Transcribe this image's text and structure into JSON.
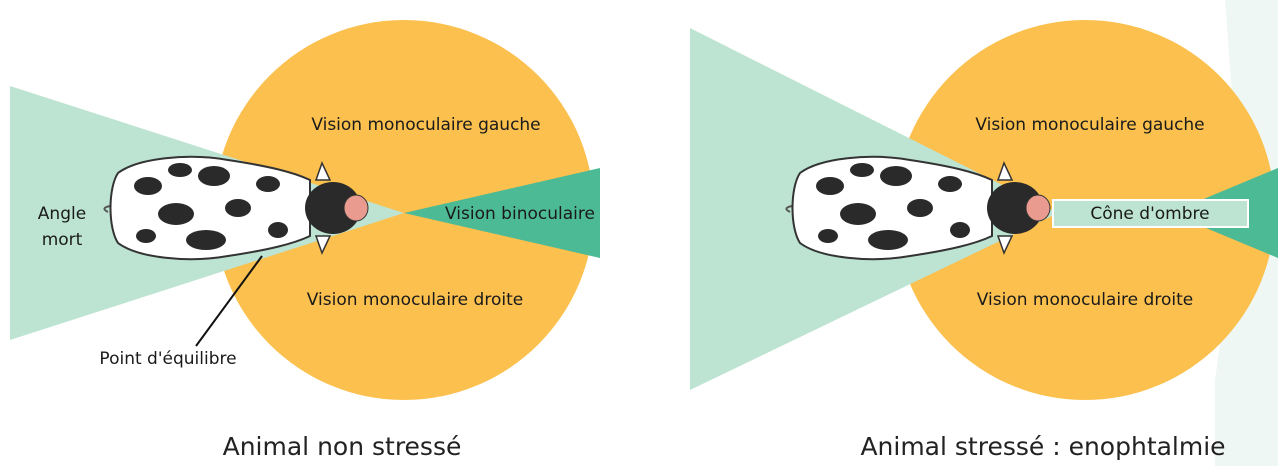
{
  "colors": {
    "monocular": "#FBC04E",
    "blind_zone": "#BDE3D2",
    "binocular": "#4DBA96",
    "cow_body": "#ffffff",
    "cow_spots": "#2a2a2a",
    "muzzle": "#E99B8F",
    "line": "#111111"
  },
  "left_panel": {
    "label_left_mono": "Vision monoculaire gauche",
    "label_right_mono": "Vision monoculaire droite",
    "label_binocular": "Vision binoculaire",
    "label_blind_line1": "Angle",
    "label_blind_line2": "mort",
    "label_point": "Point d'équilibre",
    "caption": "Animal non stressé"
  },
  "right_panel": {
    "label_left_mono": "Vision monoculaire gauche",
    "label_right_mono": "Vision monoculaire droite",
    "label_shadow": "Cône d'ombre",
    "caption": "Animal stressé : enophtalmie"
  },
  "icons": [
    "cow-top-view-icon",
    "cow-top-view-icon"
  ]
}
